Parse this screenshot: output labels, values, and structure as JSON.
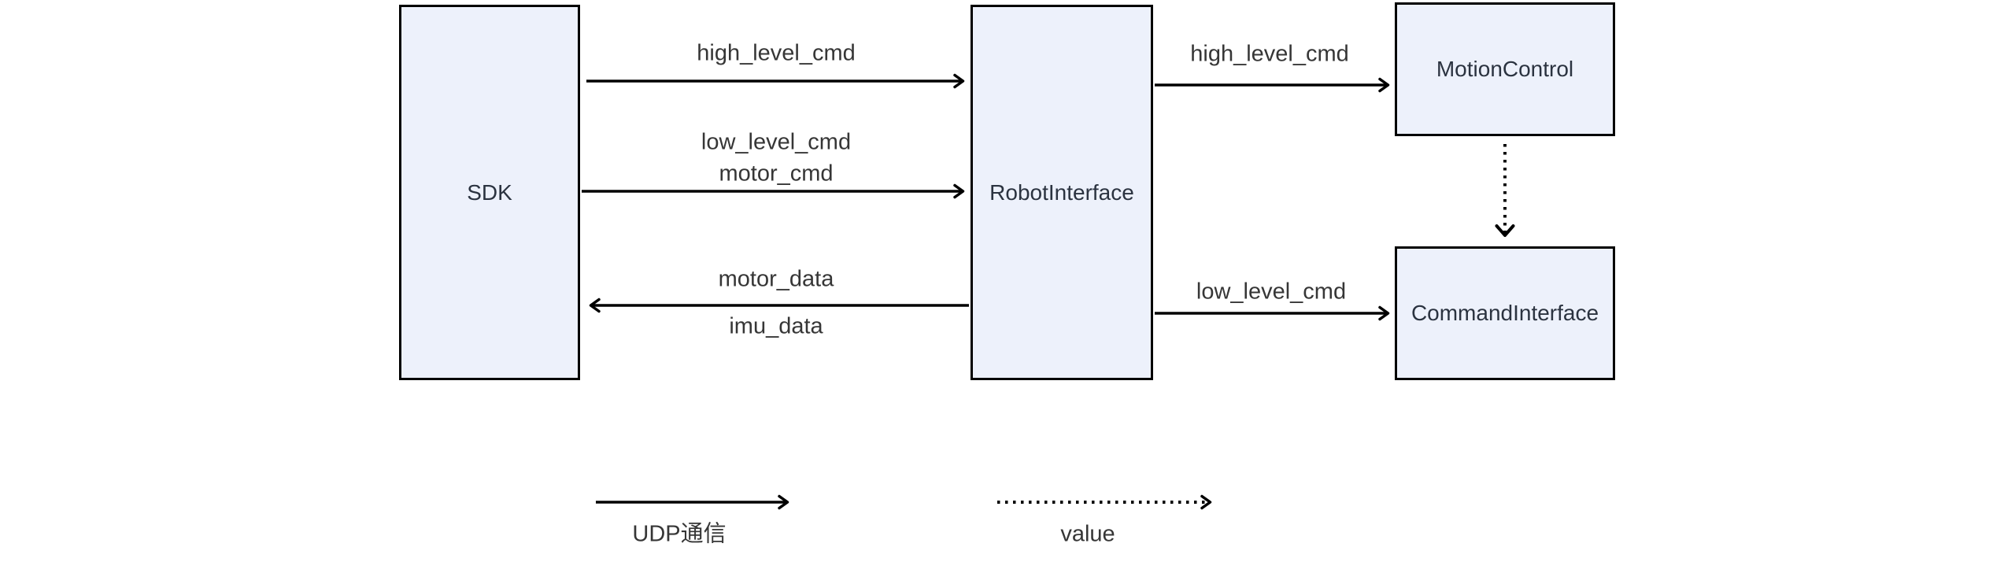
{
  "diagram": {
    "type": "flowchart",
    "background": "#ffffff",
    "colors": {
      "node_fill": "#edf1fb",
      "node_border": "#000000",
      "arrow": "#000000",
      "node_text": "#2b3340",
      "edge_label_text": "#363636"
    },
    "nodes": [
      {
        "id": "sdk",
        "label": "SDK"
      },
      {
        "id": "robot_interface",
        "label": "RobotInterface"
      },
      {
        "id": "motion_control",
        "label": "MotionControl"
      },
      {
        "id": "command_interface",
        "label": "CommandInterface"
      }
    ],
    "edges": [
      {
        "from": "SDK",
        "to": "RobotInterface",
        "style": "solid-arrow",
        "labels": [
          "high_level_cmd"
        ]
      },
      {
        "from": "SDK",
        "to": "RobotInterface",
        "style": "solid-arrow",
        "labels": [
          "low_level_cmd",
          "motor_cmd"
        ]
      },
      {
        "from": "RobotInterface",
        "to": "SDK",
        "style": "solid-arrow",
        "labels": [
          "motor_data",
          "imu_data"
        ]
      },
      {
        "from": "RobotInterface",
        "to": "MotionControl",
        "style": "solid-arrow",
        "labels": [
          "high_level_cmd"
        ]
      },
      {
        "from": "MotionControl",
        "to": "CommandInterface",
        "style": "dotted-arrow",
        "labels": []
      },
      {
        "from": "RobotInterface",
        "to": "CommandInterface",
        "style": "solid-arrow",
        "labels": [
          "low_level_cmd"
        ]
      }
    ],
    "legend": [
      {
        "style": "solid-arrow",
        "label": "UDP通信"
      },
      {
        "style": "dotted-arrow",
        "label": "value"
      }
    ]
  }
}
